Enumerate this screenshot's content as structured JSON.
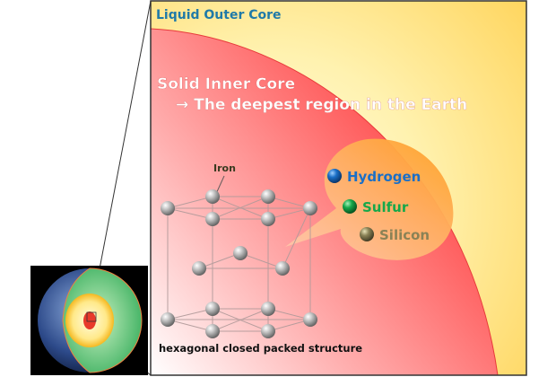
{
  "labels": {
    "outer_core": "Liquid Outer Core",
    "inner_core": "Solid Inner Core",
    "inner_core_desc": "→ The deepest region in the Earth",
    "iron": "Iron",
    "structure": "hexagonal closed packed structure"
  },
  "elements": [
    {
      "name": "Hydrogen",
      "color": "#1a6fc7"
    },
    {
      "name": "Sulfur",
      "color": "#16a84a"
    },
    {
      "name": "Silicon",
      "color": "#8a8256"
    }
  ],
  "colors": {
    "outer_core_label": "#1f7aa8",
    "inner_core": "#ff4d4d",
    "outer_core": "#ffd966",
    "bubble": "#ffa533",
    "frame": "#333333"
  }
}
